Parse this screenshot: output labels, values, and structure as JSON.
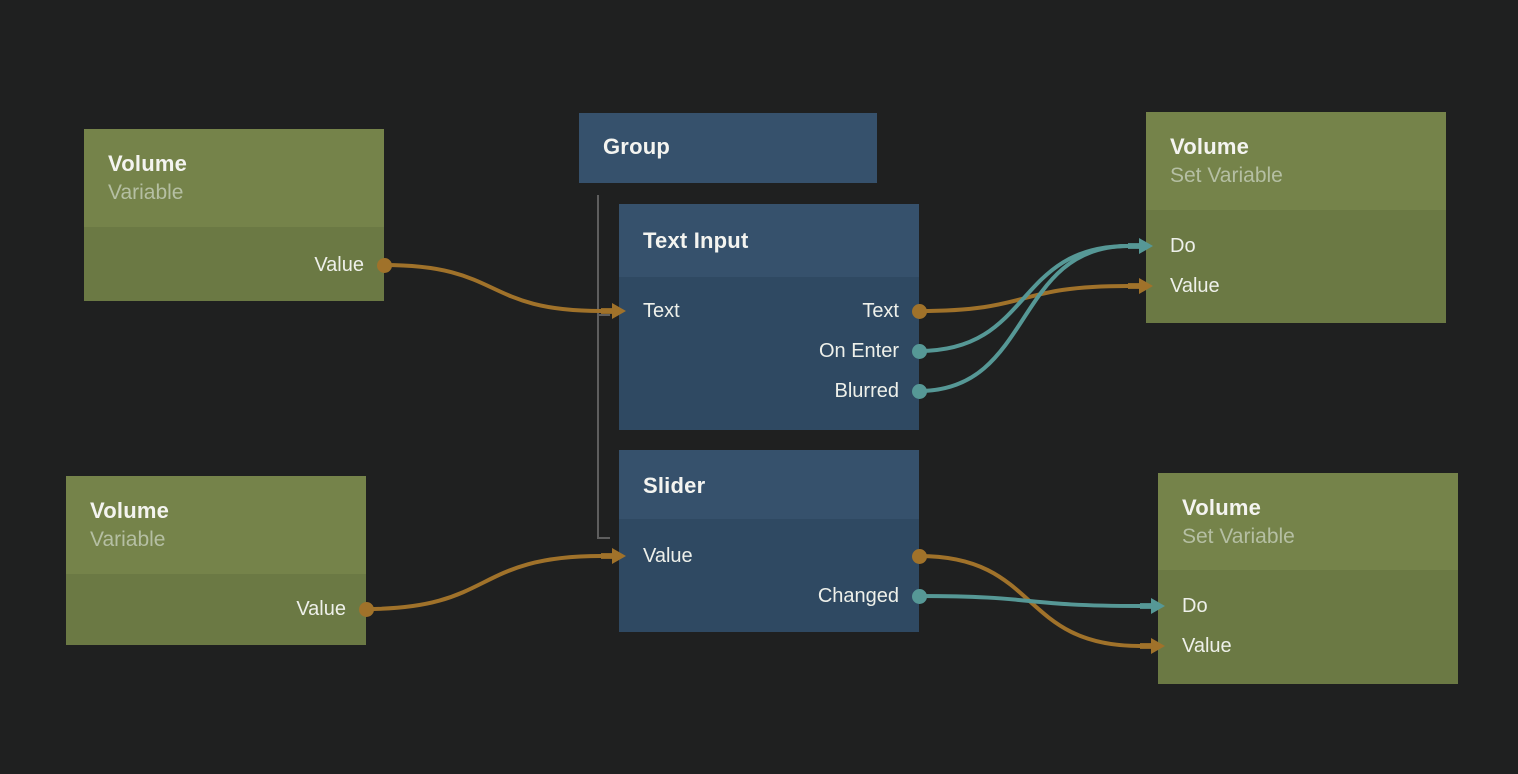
{
  "palette": {
    "background": "#1f2020",
    "green_header": "#75834a",
    "green_body": "#6b7944",
    "blue_header": "#36516c",
    "blue_body": "#2f4962",
    "wire_orange": "#a0722a",
    "wire_teal": "#569896",
    "group_line": "#5e5e5e",
    "title_text": "#f4f4f0",
    "subtitle_text": "#b5bfa3",
    "port_label_text": "#eef0ea"
  },
  "nodes": {
    "var1": {
      "title": "Volume",
      "subtitle": "Variable",
      "ports": {
        "value_out": "Value"
      }
    },
    "var2": {
      "title": "Volume",
      "subtitle": "Variable",
      "ports": {
        "value_out": "Value"
      }
    },
    "group": {
      "title": "Group"
    },
    "textinput": {
      "title": "Text Input",
      "ports": {
        "text_in": "Text",
        "text_out": "Text",
        "on_enter_out": "On Enter",
        "blurred_out": "Blurred"
      }
    },
    "slider": {
      "title": "Slider",
      "ports": {
        "value_in": "Value",
        "value_out": "",
        "changed_out": "Changed"
      }
    },
    "setvar1": {
      "title": "Volume",
      "subtitle": "Set Variable",
      "ports": {
        "do_in": "Do",
        "value_in": "Value"
      }
    },
    "setvar2": {
      "title": "Volume",
      "subtitle": "Set Variable",
      "ports": {
        "do_in": "Do",
        "value_in": "Value"
      }
    }
  },
  "connections": [
    {
      "from": "var1.value_out",
      "to": "textinput.text_in",
      "color": "orange"
    },
    {
      "from": "textinput.text_out",
      "to": "setvar1.value_in",
      "color": "orange"
    },
    {
      "from": "textinput.on_enter_out",
      "to": "setvar1.do_in",
      "color": "teal"
    },
    {
      "from": "textinput.blurred_out",
      "to": "setvar1.do_in",
      "color": "teal"
    },
    {
      "from": "var2.value_out",
      "to": "slider.value_in",
      "color": "orange"
    },
    {
      "from": "slider.value_out",
      "to": "setvar2.value_in",
      "color": "orange"
    },
    {
      "from": "slider.changed_out",
      "to": "setvar2.do_in",
      "color": "teal"
    }
  ]
}
